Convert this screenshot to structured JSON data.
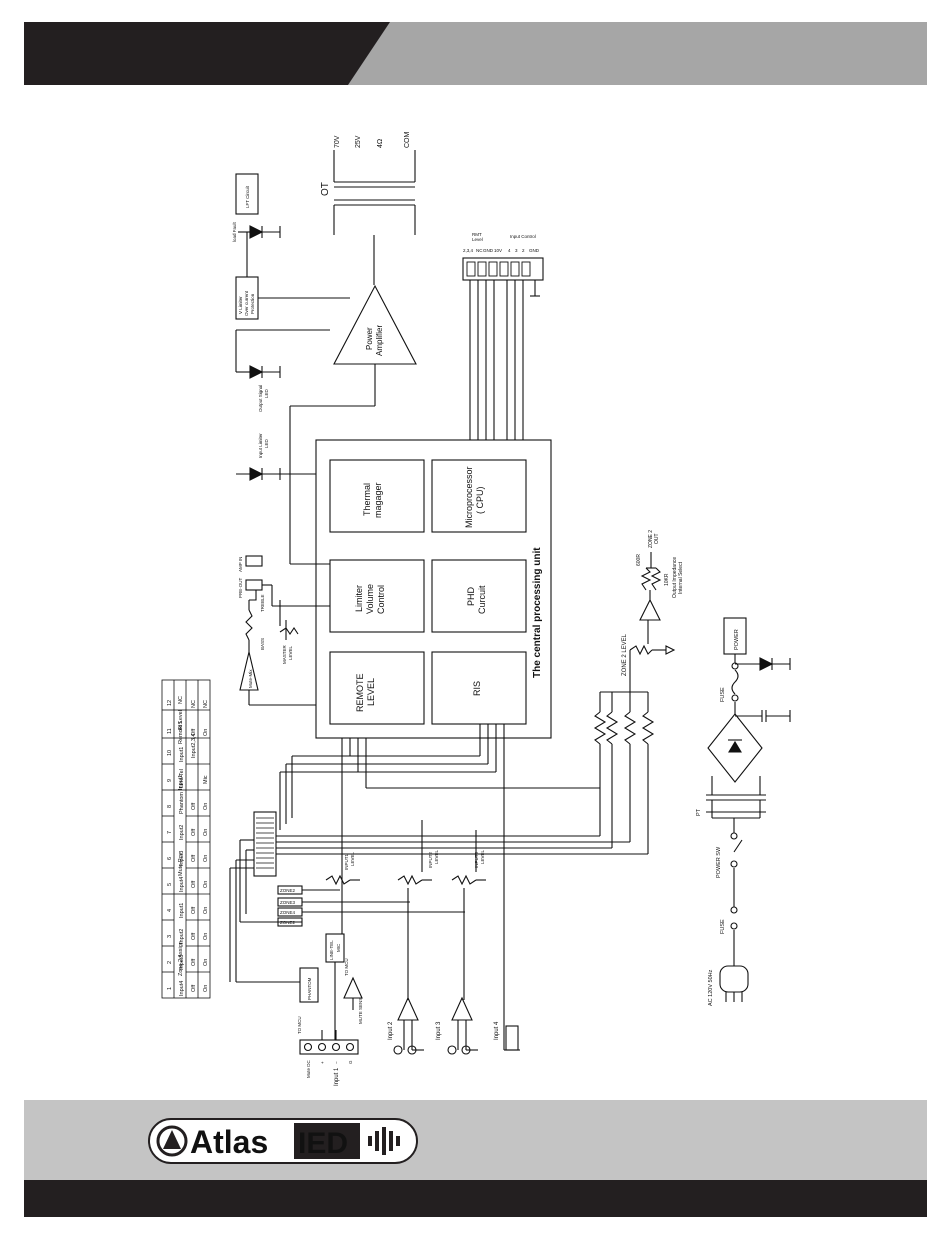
{
  "brand": {
    "name_left": "Atlas",
    "name_right": "IED",
    "registered": "®"
  },
  "colors": {
    "header_dark": "#231f20",
    "header_light": "#a6a6a6",
    "footer_gray": "#c4c4c4",
    "ink": "#111111"
  },
  "cpu": {
    "title": "The central processing unit",
    "blocks": {
      "remote": [
        "REMOTE",
        "LEVEL"
      ],
      "limiter": [
        "Limiter",
        "Volume",
        "Control"
      ],
      "thermal": [
        "Thermal",
        "magager"
      ],
      "ris": "RIS",
      "phd": [
        "PHD",
        "Curcuit"
      ],
      "micro": [
        "Microprocessor",
        "( CPU)"
      ]
    }
  },
  "amp": {
    "label": [
      "Power",
      "Amplifier"
    ]
  },
  "ot": {
    "label": "OT",
    "taps": [
      "70V",
      "25V",
      "4Ω",
      "COM"
    ]
  },
  "protection": {
    "limiter": [
      "V Limiter",
      "Over current",
      "Protection"
    ],
    "lft": "LFT Circuit",
    "load_fault": "load Fault",
    "output_led": [
      "Output Signal",
      "LED"
    ],
    "input_led": [
      "Input Limiter",
      "LED"
    ]
  },
  "terminal": {
    "rmt_level": [
      "RMT",
      "Level"
    ],
    "input_control": "Input Control",
    "pins": [
      "2,3,4",
      "NC",
      "GND",
      "10V",
      "4",
      "3",
      "2",
      "GND"
    ]
  },
  "preout": {
    "pre_out": "PRE-OUT",
    "amp_in": "AMP IN",
    "treble": "TREBLE",
    "bass": "BASS",
    "master": [
      "MASTER",
      "LEVEL"
    ],
    "mute_mix": "Mute-Mix"
  },
  "zone2": {
    "level": "ZONE 2 LEVEL",
    "out": [
      "ZONE 2",
      "OUT"
    ],
    "r600": "600R",
    "r10k": "10KR",
    "impedance": [
      "Output Impedance",
      "Internal Select"
    ]
  },
  "power": {
    "ac": "AC 120V 50Hz",
    "fuse1": "FUSE",
    "sw": "POWER SW",
    "pt": "PT",
    "fuse2": "FUSE",
    "power_led": "POWER"
  },
  "inputs": {
    "in1_pins": [
      "Mute DC",
      "+",
      "−",
      "G"
    ],
    "in1": "Input 1",
    "to_mcu": "TO MCU",
    "phantom": "PHANTOM",
    "line_mic": [
      "LINE-TEL",
      "MIC"
    ],
    "to_mcu2": "TO MCU",
    "mute_sens": "MUTE SENS",
    "in2": "Input 2",
    "in3": "Input 3",
    "in4": "Input 4",
    "input1_level": [
      "INPUT1",
      "LEVEL"
    ],
    "input2_level": [
      "INPUT2",
      "LEVEL"
    ],
    "input3_level": [
      "INPUT3",
      "LEVEL"
    ],
    "zone_labels": [
      "ZONE2",
      "ZONE3",
      "ZONE4",
      "ZONE2"
    ]
  },
  "dip_table": {
    "numbers": [
      "1",
      "2",
      "3",
      "4",
      "5",
      "6",
      "7",
      "8",
      "9",
      "10",
      "11",
      "12"
    ],
    "groups": [
      "Zone 2 Assign",
      "Mute Rcv",
      "Input1",
      "Remote Level",
      "RIS",
      "NC"
    ],
    "subheads": [
      "Input4",
      "Input3",
      "Input2",
      "Input1",
      "Input4",
      "Input3",
      "Input2",
      "Phantom",
      "Line/Tel",
      "Input1",
      "",
      ""
    ],
    "row_off": [
      "Off",
      "Off",
      "Off",
      "Off",
      "Off",
      "Off",
      "Off",
      "Off",
      "",
      "Input2,3,4",
      "Off",
      "NC"
    ],
    "row_on": [
      "On",
      "On",
      "On",
      "On",
      "On",
      "On",
      "On",
      "On",
      "Mic",
      "",
      "On",
      "NC"
    ]
  }
}
